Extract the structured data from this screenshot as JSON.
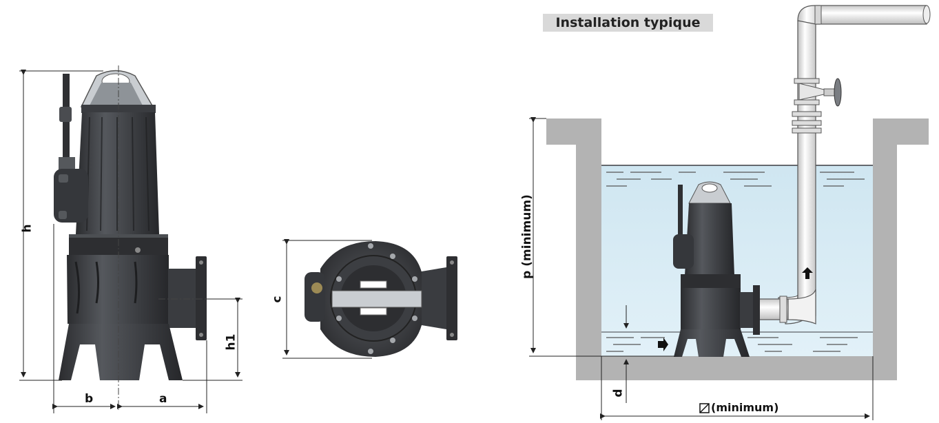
{
  "title": "Installation typique",
  "labels": {
    "h": "h",
    "h1": "h1",
    "a": "a",
    "b": "b",
    "c": "c",
    "p": "p  (minimum)",
    "d": "d",
    "width": "(minimum)"
  },
  "colors": {
    "pump_body": "#3e4044",
    "pump_dark": "#2a2b2e",
    "water": "#d3e9f3",
    "concrete": "#b3b3b3",
    "pipe": "#e8e8e8",
    "dimension_line": "#222222"
  },
  "icons": [
    "square-symbol-icon",
    "flow-arrow-icon",
    "valve-icon"
  ]
}
